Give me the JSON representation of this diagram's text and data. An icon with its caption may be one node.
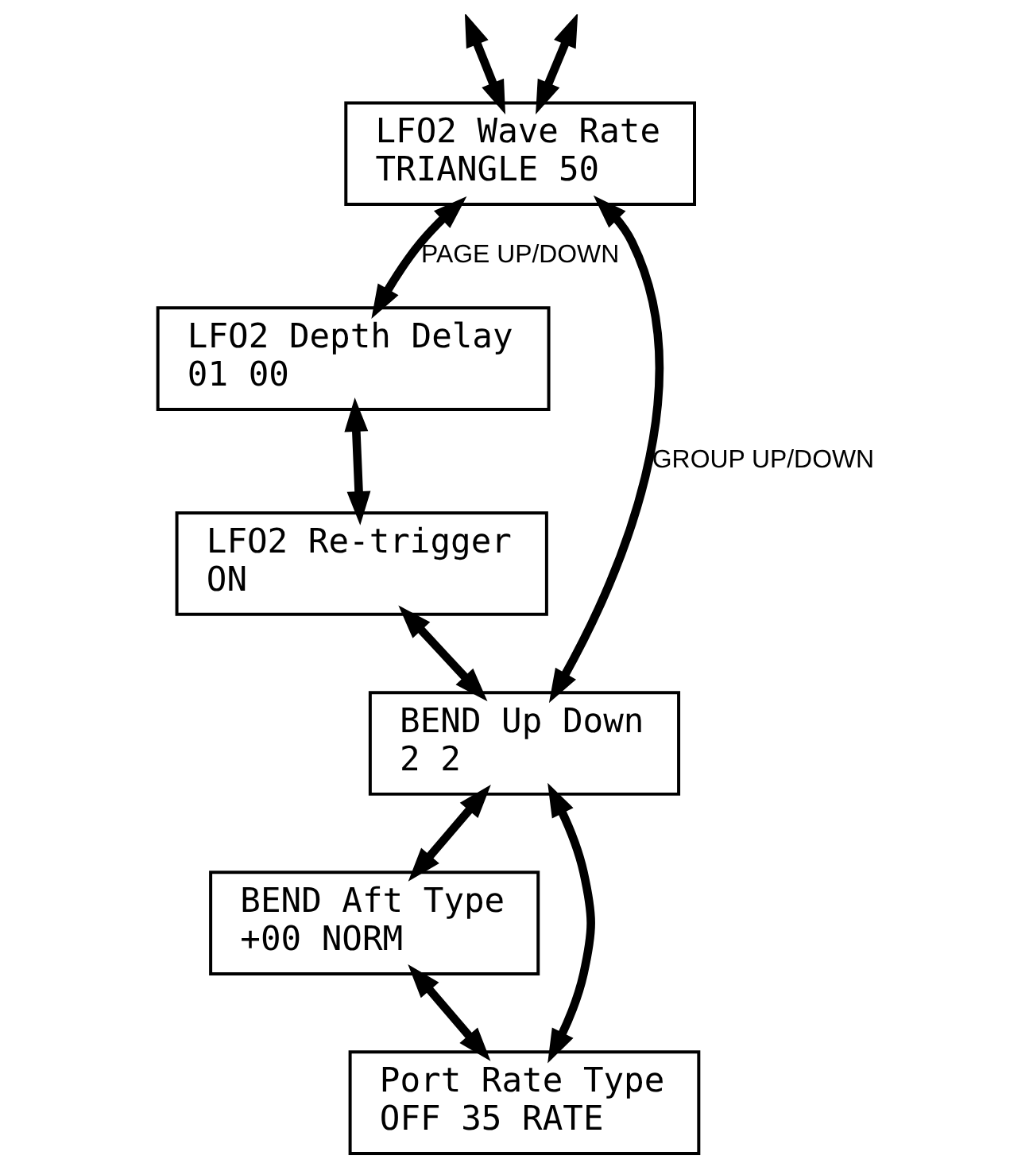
{
  "diagram": {
    "nodes": [
      {
        "text": [
          "LFO2 Wave Rate",
          "TRIANGLE 50"
        ]
      },
      {
        "text": [
          "LFO2 Depth Delay",
          "01 00"
        ]
      },
      {
        "text": [
          "LFO2 Re-trigger",
          "ON"
        ]
      },
      {
        "text": [
          "BEND Up Down",
          "2 2"
        ]
      },
      {
        "text": [
          "BEND Aft Type",
          "+00 NORM"
        ]
      },
      {
        "text": [
          "Port Rate Type",
          "OFF 35 RATE"
        ]
      }
    ],
    "edges": [
      {
        "from": null,
        "to": 0,
        "arrow": "both"
      },
      {
        "from": null,
        "to": 0,
        "arrow": "both"
      },
      {
        "from": 0,
        "to": 3,
        "arrow": "both",
        "label": "GROUP UP/DOWN"
      },
      {
        "from": 0,
        "to": 1,
        "arrow": "both",
        "label": "PAGE UP/DOWN"
      },
      {
        "from": 1,
        "to": 2,
        "arrow": "both"
      },
      {
        "from": 2,
        "to": 3,
        "arrow": "both"
      },
      {
        "from": 3,
        "to": 5,
        "arrow": "both"
      },
      {
        "from": 3,
        "to": 4,
        "arrow": "both"
      },
      {
        "from": 4,
        "to": 5,
        "arrow": "both"
      }
    ]
  }
}
